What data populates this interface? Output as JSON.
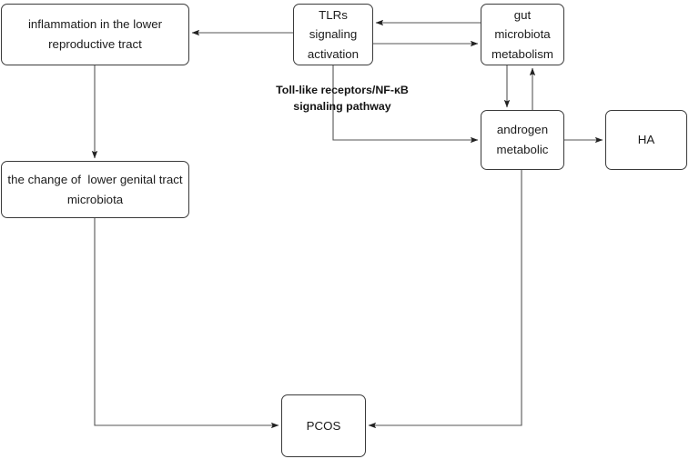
{
  "diagram": {
    "title_label": "Toll-like receptors/NF-κB\nsignaling pathway",
    "stroke_color": "#3a3a3a",
    "edge_color": "#4d4d4d",
    "background": "#ffffff",
    "nodes": {
      "inflammation": {
        "line1": "inflammation in the lower",
        "line2": "reproductive tract"
      },
      "tlrs": {
        "line1": "TLRs",
        "line2": "signaling",
        "line3": "activation"
      },
      "gut": {
        "line1": "gut",
        "line2": "microbiota",
        "line3": "metabolism"
      },
      "androgen": {
        "line1": "androgen",
        "line2": "metabolic"
      },
      "ha": {
        "line1": "HA"
      },
      "vaginal": {
        "line1": "the change of  lower genital tract",
        "line2": "microbiota"
      },
      "pcos": {
        "line1": "PCOS"
      }
    },
    "edges": [
      {
        "name": "tlrs-to-inflammation",
        "from": "tlrs",
        "to": "inflammation",
        "direction": "left"
      },
      {
        "name": "gut-to-tlrs",
        "from": "gut",
        "to": "tlrs",
        "direction": "left"
      },
      {
        "name": "tlrs-to-gut",
        "from": "tlrs",
        "to": "gut",
        "direction": "right"
      },
      {
        "name": "gut-to-androgen",
        "from": "gut",
        "to": "androgen",
        "direction": "down"
      },
      {
        "name": "androgen-to-gut",
        "from": "androgen",
        "to": "gut",
        "direction": "up"
      },
      {
        "name": "tlrs-to-androgen",
        "from": "tlrs",
        "to": "androgen",
        "direction": "right"
      },
      {
        "name": "androgen-to-ha",
        "from": "androgen",
        "to": "ha",
        "direction": "right"
      },
      {
        "name": "inflammation-to-vaginal",
        "from": "inflammation",
        "to": "vaginal",
        "direction": "down"
      },
      {
        "name": "vaginal-to-pcos",
        "from": "vaginal",
        "to": "pcos",
        "direction": "right"
      },
      {
        "name": "androgen-to-pcos",
        "from": "androgen",
        "to": "pcos",
        "direction": "left"
      }
    ]
  }
}
